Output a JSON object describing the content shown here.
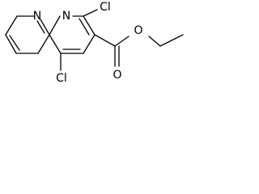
{
  "structure": {
    "atoms": {
      "n1": "N",
      "n8": "N",
      "cl2": "Cl",
      "cl4": "Cl",
      "o_carbonyl": "O",
      "o_ester": "O"
    }
  }
}
